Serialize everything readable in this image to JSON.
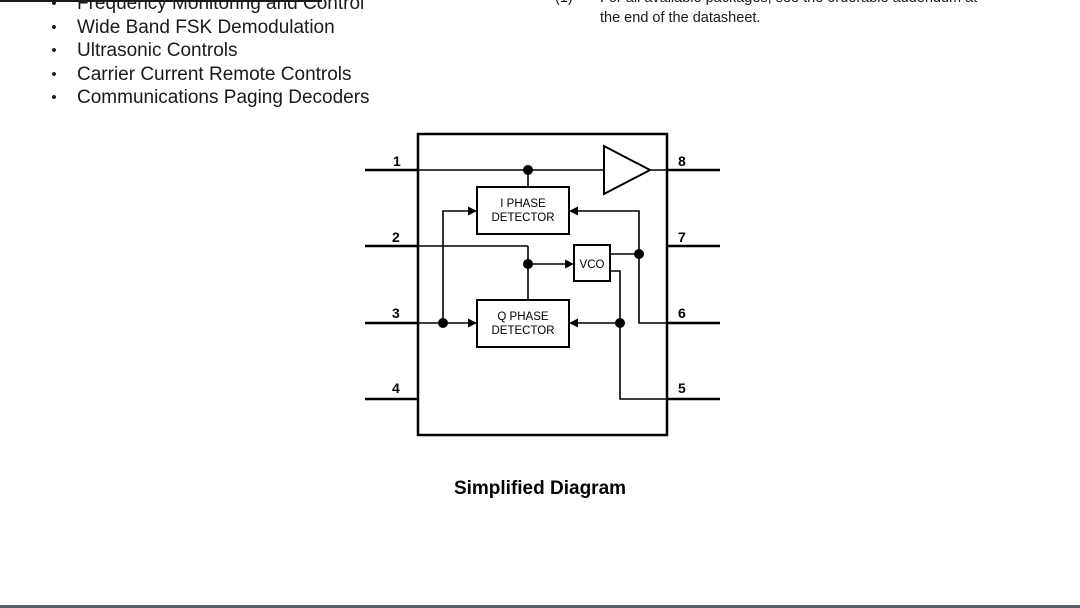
{
  "applications": {
    "items": [
      "Frequency Monitoring and Control",
      "Wide Band FSK Demodulation",
      "Ultrasonic Controls",
      "Carrier Current Remote Controls",
      "Communications Paging Decoders"
    ],
    "bullet": "•"
  },
  "footnote": {
    "marker": "(1)",
    "line1": "For all available packages, see the orderable addendum at",
    "line2": "the end of the datasheet."
  },
  "diagram": {
    "pins": {
      "p1": "1",
      "p2": "2",
      "p3": "3",
      "p4": "4",
      "p5": "5",
      "p6": "6",
      "p7": "7",
      "p8": "8"
    },
    "blocks": {
      "i_phase_line1": "I PHASE",
      "i_phase_line2": "DETECTOR",
      "q_phase_line1": "Q PHASE",
      "q_phase_line2": "DETECTOR",
      "vco": "VCO"
    },
    "caption": "Simplified Diagram"
  }
}
